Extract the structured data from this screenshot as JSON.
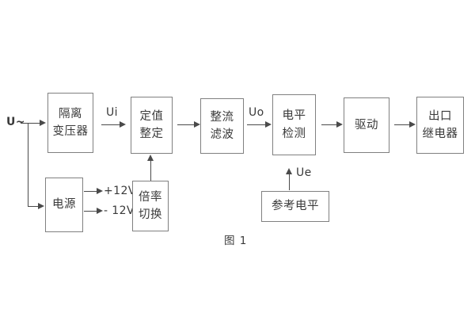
{
  "figure": {
    "caption": "图 1",
    "title_text": "图 1"
  },
  "blocks": {
    "isolation_transformer": {
      "line1": "隔离",
      "line2": "变压器"
    },
    "setpoint": {
      "line1": "定值",
      "line2": "整定"
    },
    "rectifier_filter": {
      "line1": "整流",
      "line2": "滤波"
    },
    "level_detect": {
      "line1": "电平",
      "line2": "检测"
    },
    "driver": {
      "line1": "驱动",
      "line2": ""
    },
    "output_relay": {
      "line1": "出口",
      "line2": "继电器"
    },
    "power_supply": {
      "line1": "电源",
      "line2": ""
    },
    "multiplier_switch": {
      "line1": "倍率",
      "line2": "切换"
    },
    "reference_level": {
      "line1": "参考电平",
      "line2": ""
    }
  },
  "signals": {
    "input_source": "U~",
    "ui": "Ui",
    "uo": "Uo",
    "ue": "Ue",
    "rail_positive": "+12V",
    "rail_negative": "- 12V"
  },
  "colors": {
    "box_border": "#808080",
    "line": "#4a4a4a",
    "text": "#3a3a3a",
    "background": "#ffffff"
  }
}
